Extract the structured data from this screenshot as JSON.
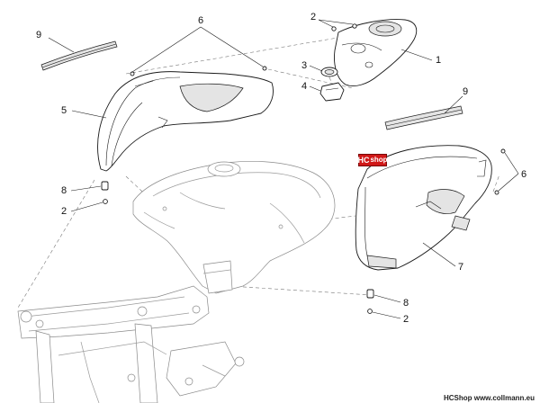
{
  "callouts": {
    "c1": "1",
    "c2a": "2",
    "c2b": "2",
    "c2c": "2",
    "c3": "3",
    "c4": "4",
    "c5": "5",
    "c6a": "6",
    "c6b": "6",
    "c7": "7",
    "c8a": "8",
    "c8b": "8",
    "c9a": "9",
    "c9b": "9"
  },
  "badge": {
    "part1": "HC",
    "part2": "shop"
  },
  "footer": {
    "text": "HCShop www.collmann.eu"
  },
  "colors": {
    "badge_red": "#d01818",
    "line": "#1a1a1a",
    "ghost": "#9a9a9a"
  }
}
